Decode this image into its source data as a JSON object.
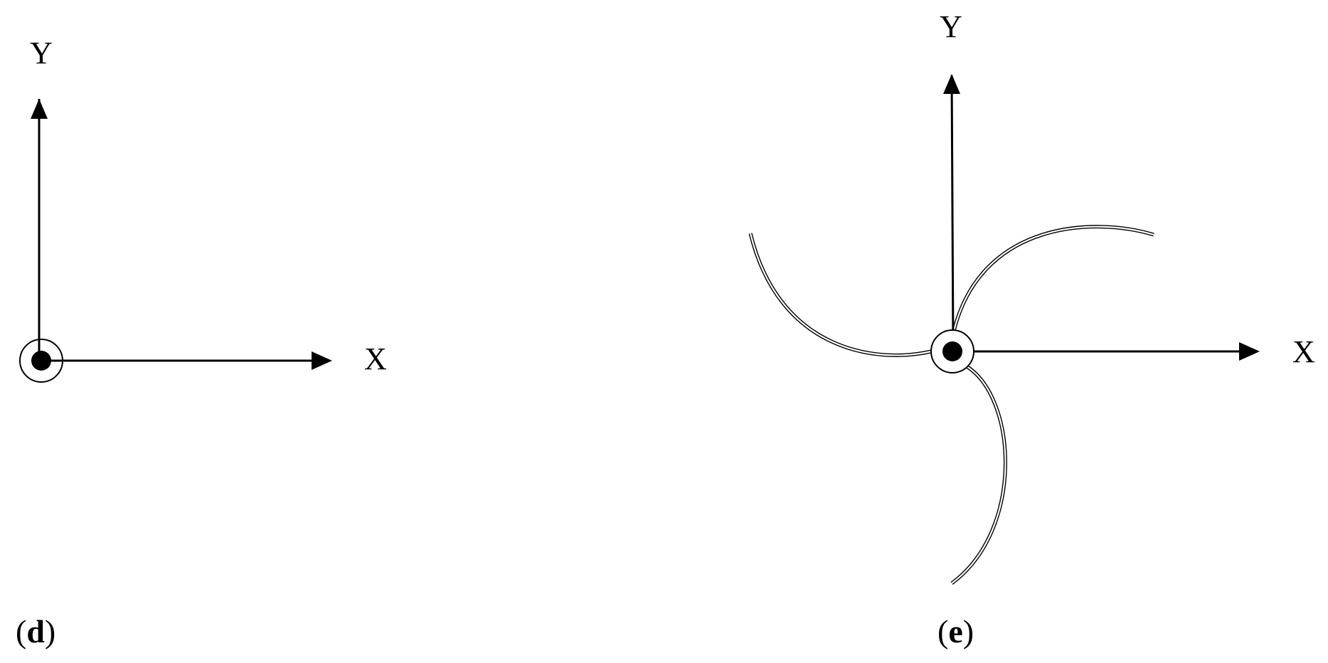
{
  "panels": [
    {
      "id": "d",
      "label_open": "(",
      "label_letter": "d",
      "label_close": ")",
      "x_axis_label": "X",
      "y_axis_label": "Y"
    },
    {
      "id": "e",
      "label_open": "(",
      "label_letter": "e",
      "label_close": ")",
      "x_axis_label": "X",
      "y_axis_label": "Y",
      "arm_count": 3
    }
  ],
  "colors": {
    "stroke": "#000000",
    "arm_fill": "#ffffff",
    "background": "#ffffff"
  }
}
